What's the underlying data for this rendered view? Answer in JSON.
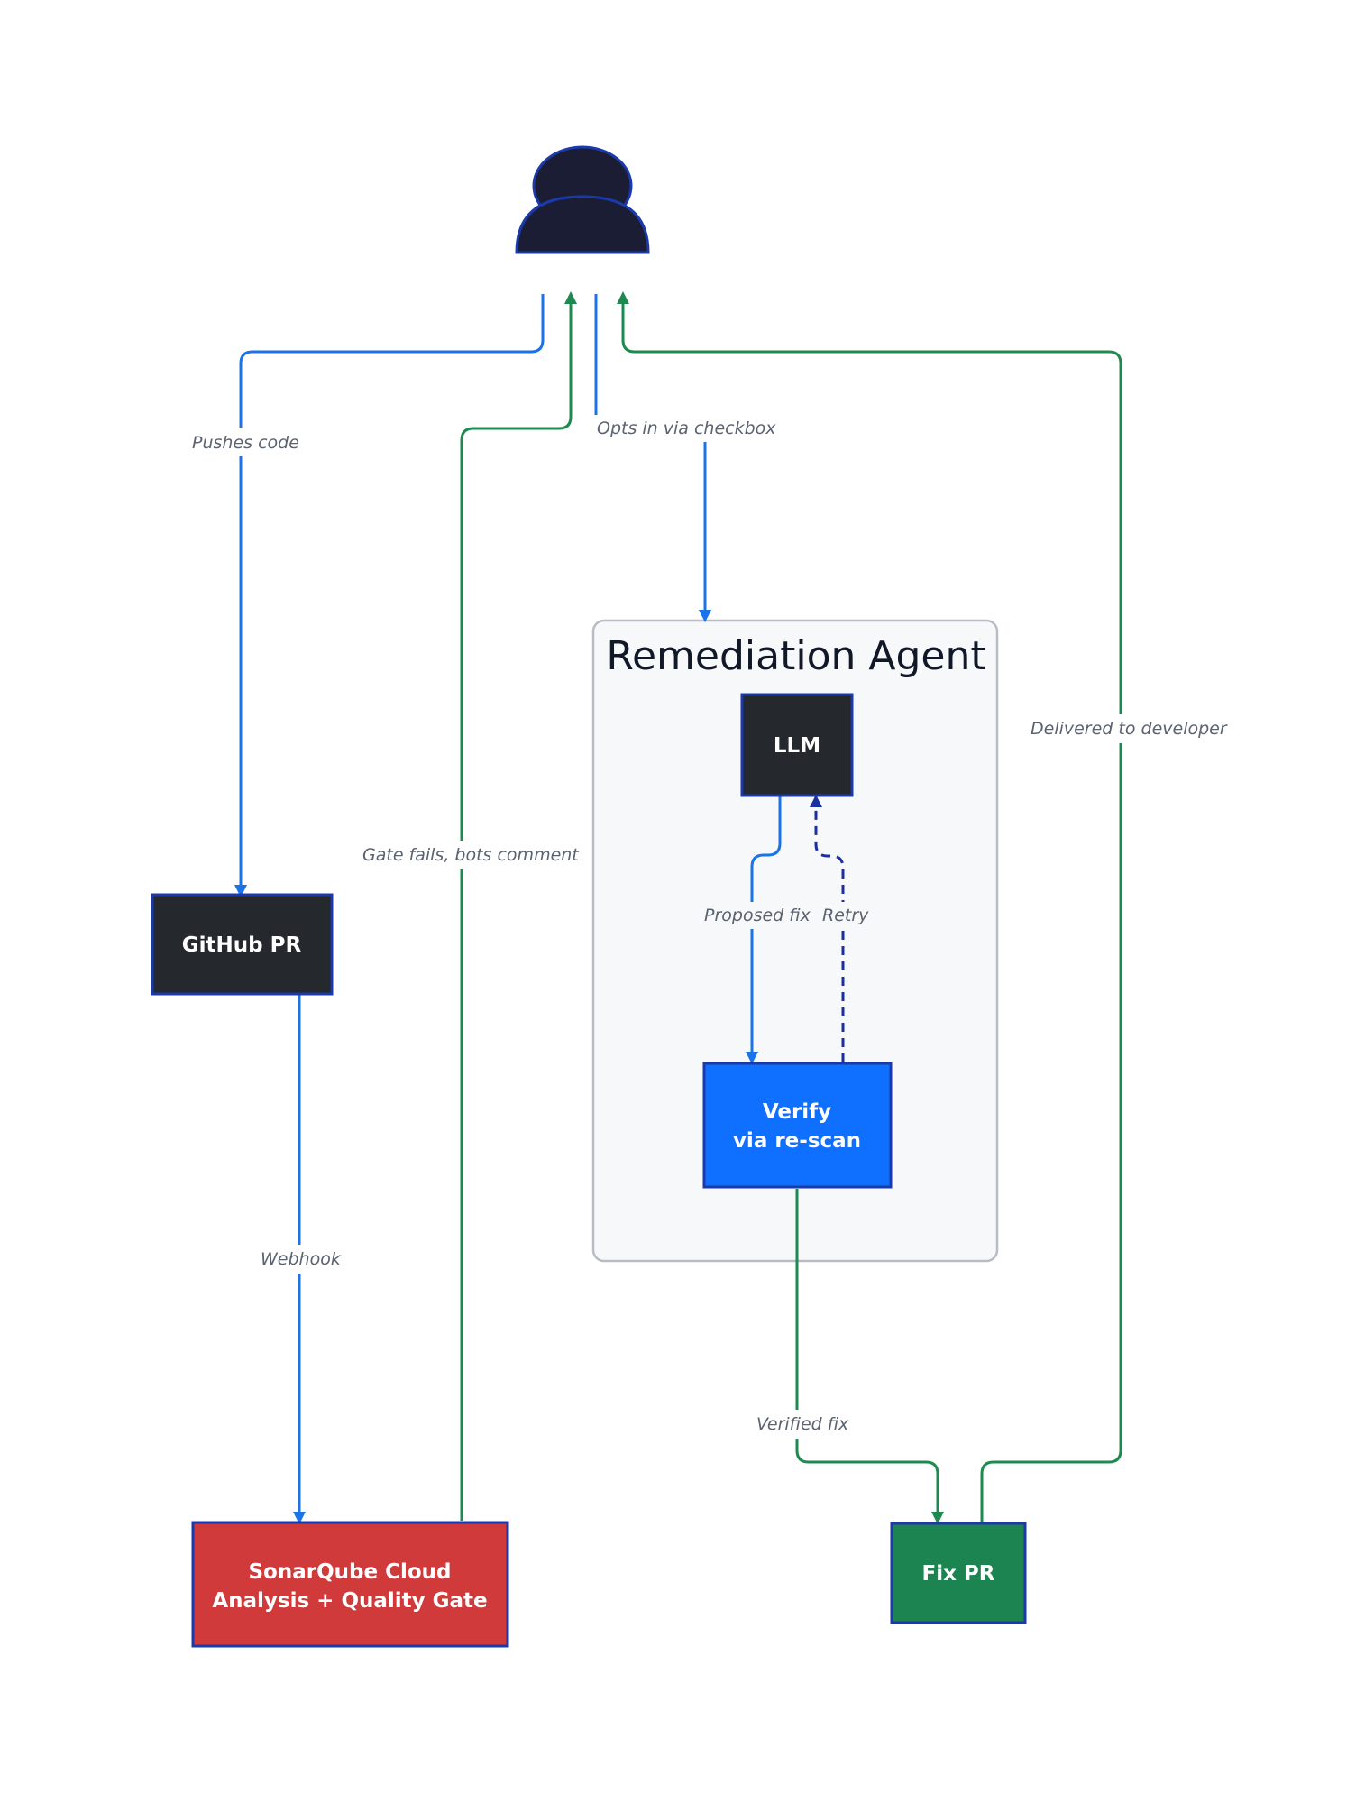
{
  "group": {
    "title": "Remediation Agent"
  },
  "nodes": {
    "github_pr": "GitHub PR",
    "sonarqube_line1": "SonarQube Cloud",
    "sonarqube_line2": "Analysis + Quality Gate",
    "llm": "LLM",
    "verify_line1": "Verify",
    "verify_line2": "via re-scan",
    "fix_pr": "Fix PR"
  },
  "edges": {
    "pushes_code": "Pushes code",
    "opts_in": "Opts in via checkbox",
    "webhook": "Webhook",
    "gate_fails": "Gate fails, bots comment",
    "proposed_fix": "Proposed fix",
    "retry": "Retry",
    "verified_fix": "Verified fix",
    "delivered": "Delivered to developer"
  },
  "icons": {
    "actor": "developer-icon"
  },
  "colors": {
    "blue_flow": "#1a73e8",
    "green_flow": "#1e8a4f",
    "dark_node": "#25282c",
    "red_node": "#d03a3a",
    "blue_node": "#0f6fff",
    "green_node": "#1c8450",
    "node_border": "#1b39a8"
  }
}
